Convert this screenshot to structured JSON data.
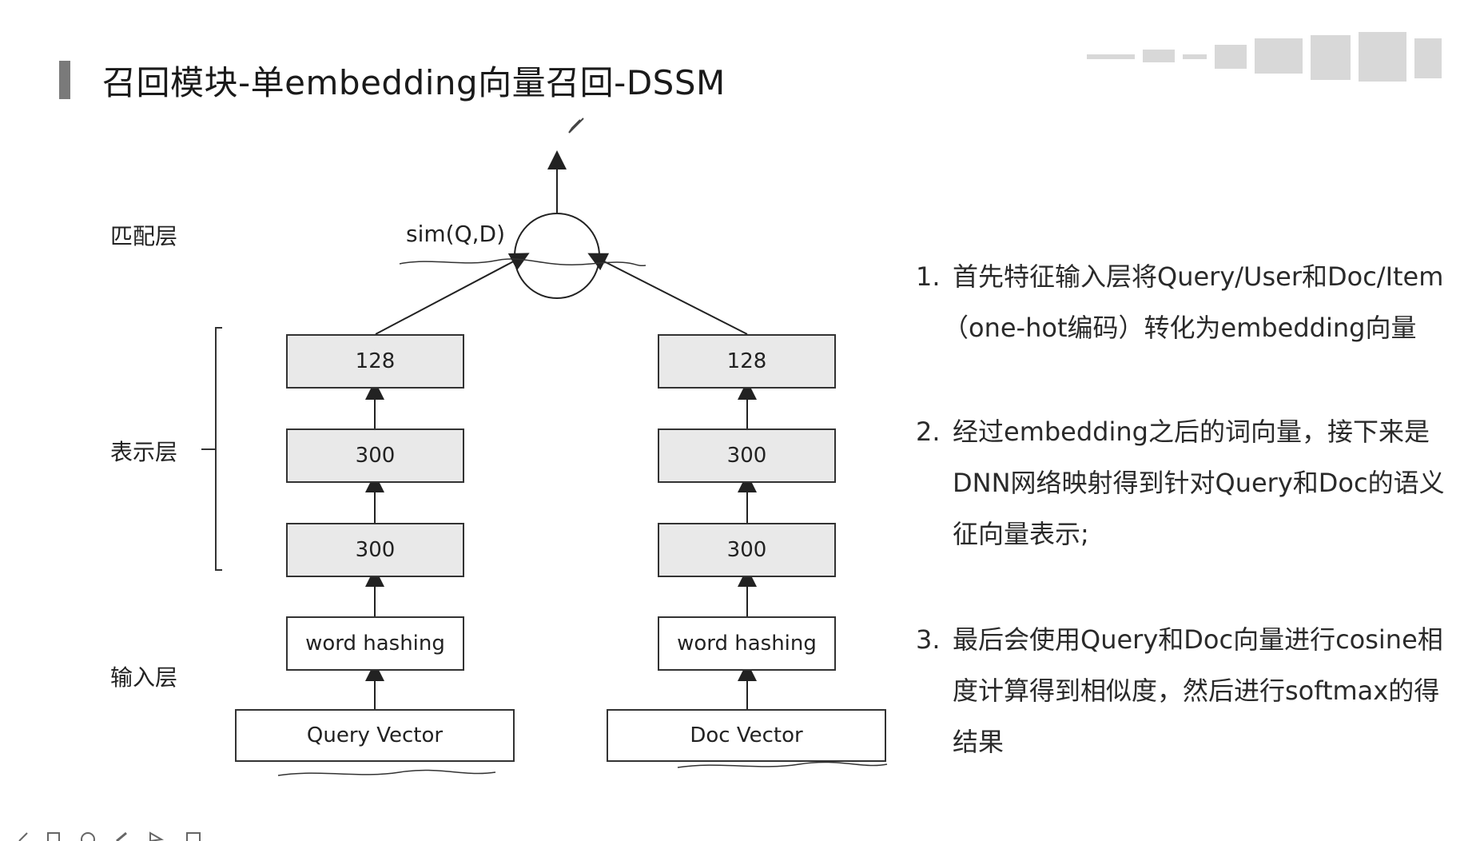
{
  "slide": {
    "title": "召回模块-单embedding向量召回-DSSM"
  },
  "layers": {
    "match": "匹配层",
    "representation": "表示层",
    "input": "输入层"
  },
  "diagram": {
    "sim_label": "sim(Q,D)",
    "query_column": {
      "boxes": [
        "128",
        "300",
        "300",
        "word hashing"
      ],
      "input": "Query Vector"
    },
    "doc_column": {
      "boxes": [
        "128",
        "300",
        "300",
        "word hashing"
      ],
      "input": "Doc Vector"
    }
  },
  "points": [
    {
      "num": "1.",
      "lines": [
        "首先特征输入层将Query/User和Doc/Item",
        "（one-hot编码）转化为embedding向量"
      ]
    },
    {
      "num": "2.",
      "lines": [
        "经过embedding之后的词向量，接下来是",
        "DNN网络映射得到针对Query和Doc的语义",
        "征向量表示;"
      ]
    },
    {
      "num": "3.",
      "lines": [
        "最后会使用Query和Doc向量进行cosine相",
        "度计算得到相似度，然后进行softmax的得",
        "结果"
      ]
    }
  ],
  "toolbar": {
    "icons": [
      "pen-icon",
      "note-icon",
      "palette-icon",
      "marker-icon",
      "pointer-icon",
      "share-icon"
    ]
  }
}
